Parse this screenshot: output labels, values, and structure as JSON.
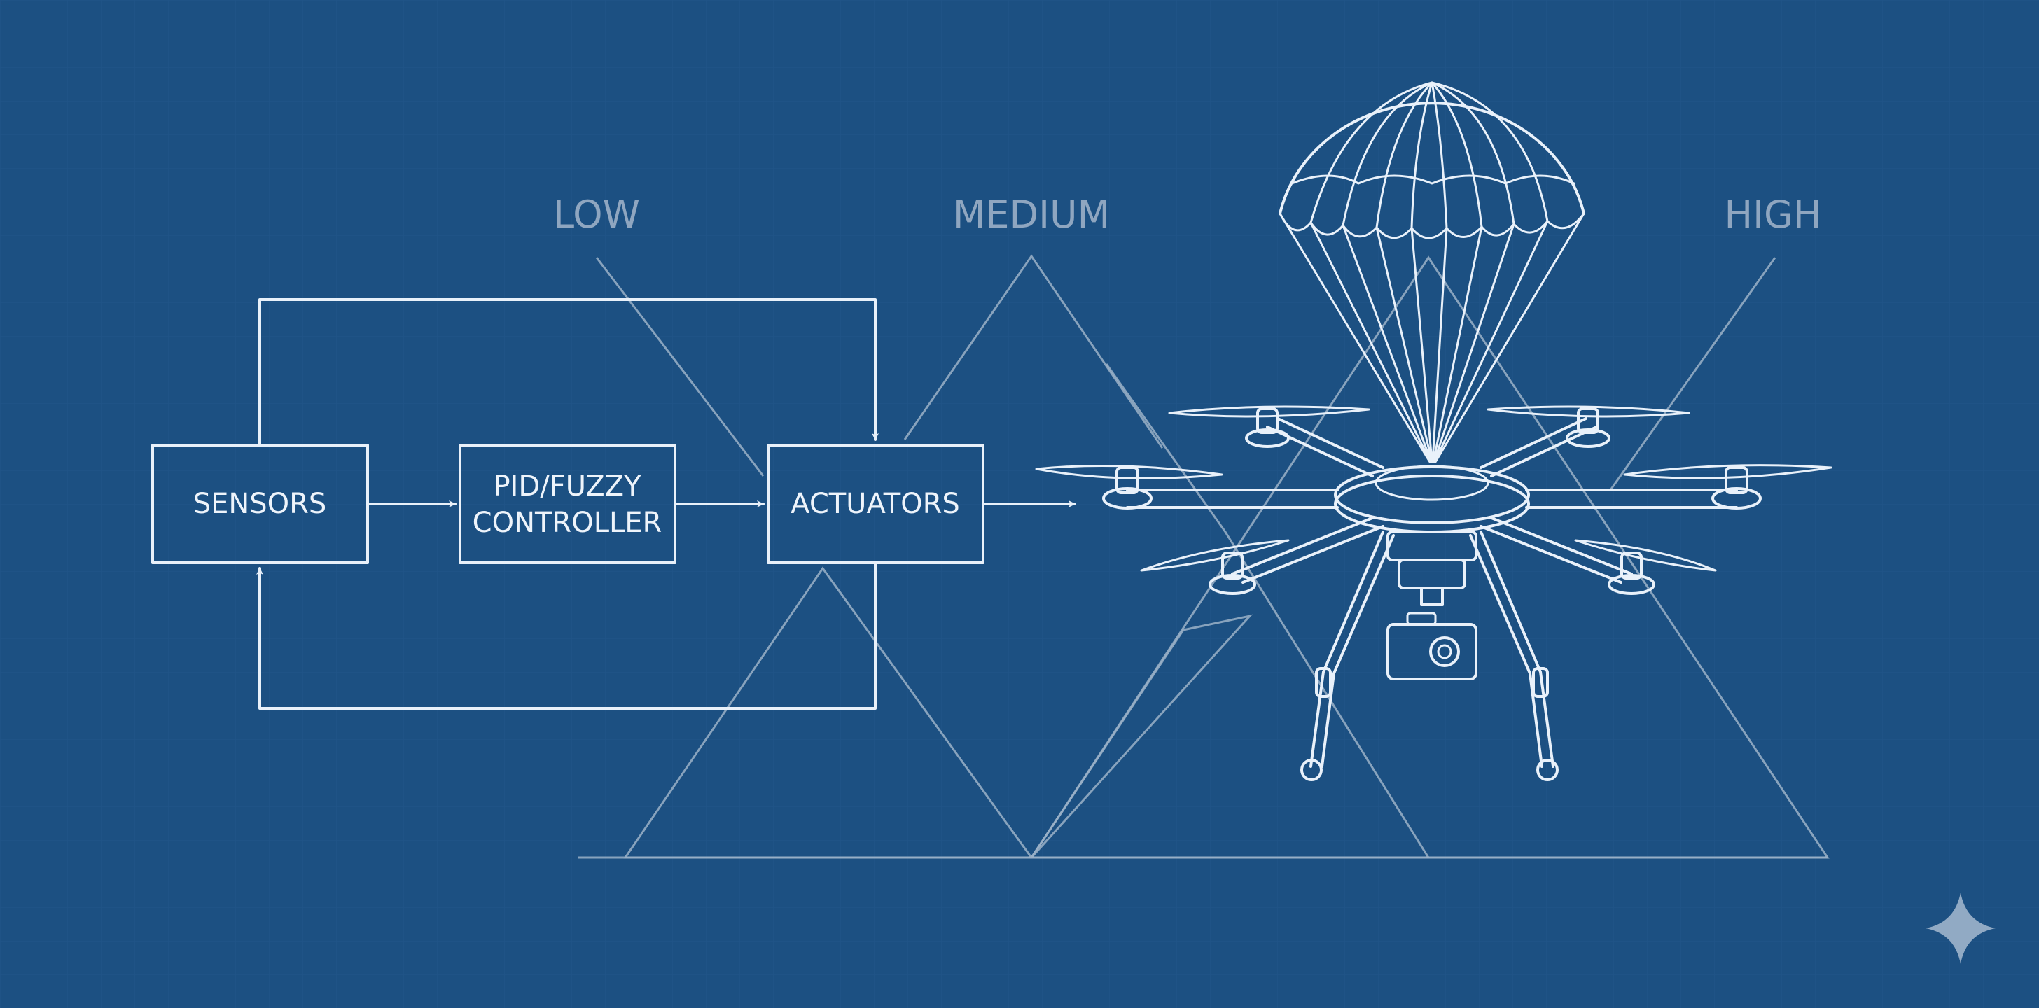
{
  "fuzzy_sets": {
    "low_label": "LOW",
    "medium_label": "MEDIUM",
    "high_label": "HIGH"
  },
  "blocks": {
    "sensors": "SENSORS",
    "controller_line1": "PID/FUZZY",
    "controller_line2": "CONTROLLER",
    "actuators": "ACTUATORS"
  },
  "colors": {
    "background": "#1c5082",
    "line": "#e9f1fa",
    "membership": "#9bb1c8"
  },
  "icons": {
    "drone": "hexacopter-drone-icon",
    "parachute": "parachute-icon",
    "camera": "camera-icon",
    "corner_mark": "sparkle-icon"
  }
}
